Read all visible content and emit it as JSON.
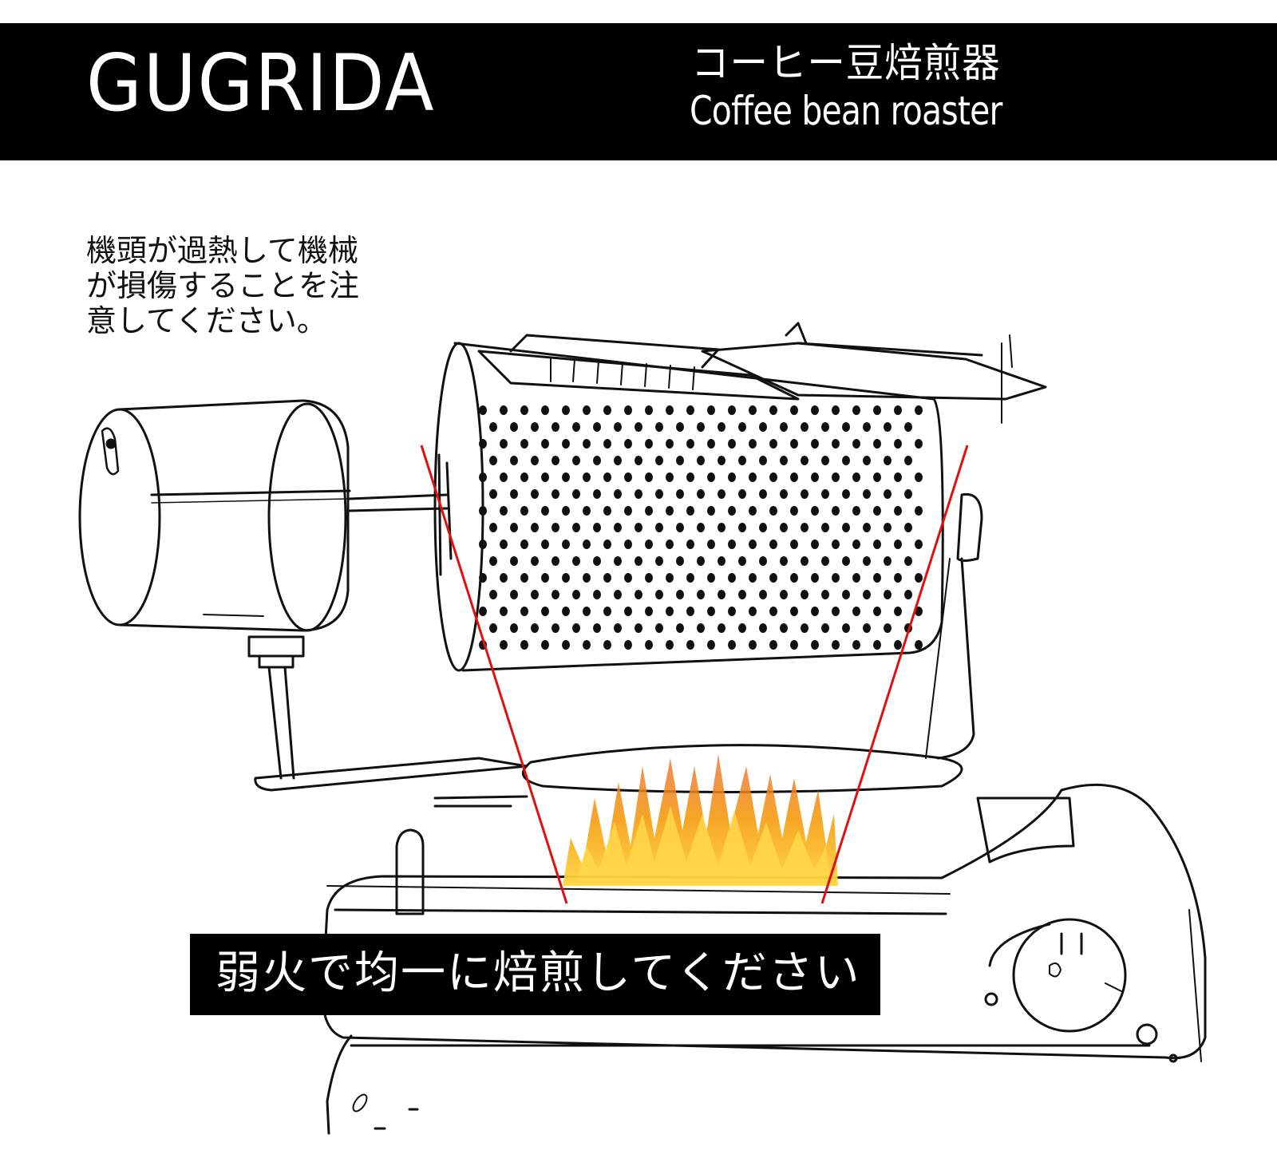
{
  "header": {
    "brand": "GUGRIDA",
    "title_jp": "コーヒー豆焙煎器",
    "title_en": "Coffee bean roaster",
    "background": "#000000",
    "text_color": "#ffffff"
  },
  "warning": {
    "lines": [
      "機頭が過熱して機械",
      "が損傷することを注",
      "意してください。"
    ]
  },
  "instruction_banner": {
    "text": "弱火で均一に焙煎してください",
    "background": "#000000",
    "text_color": "#ffffff"
  },
  "illustration": {
    "subject": "coffee-roaster-drum-over-gas-stove",
    "line_color": "#111111",
    "heat_cone_color": "#e01010",
    "flame_colors": [
      "#f7a21b",
      "#ffcf3a",
      "#e8601a"
    ]
  }
}
